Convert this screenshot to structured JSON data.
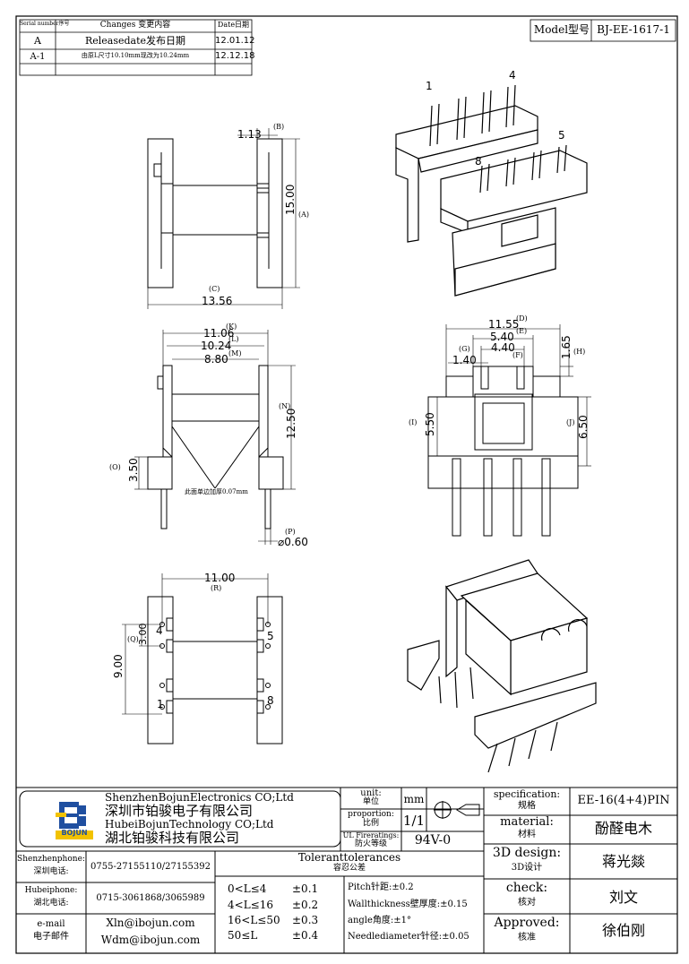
{
  "revision_table": {
    "headers": [
      "Serial number序号",
      "Changes 变更内容",
      "Date日期"
    ],
    "rows": [
      {
        "serial": "A",
        "change": "Releasedate发布日期",
        "date": "12.01.12"
      },
      {
        "serial": "A-1",
        "change": "由原L尺寸10.10mm现改为10.24mm",
        "date": "12.12.18"
      }
    ]
  },
  "model": {
    "label": "Model型号",
    "value": "BJ-EE-1617-1"
  },
  "drawing": {
    "side_view": {
      "d_B": "1.13",
      "l_B": "(B)",
      "d_A": "15.00",
      "l_A": "(A)",
      "l_C": "(C)",
      "d_C": "13.56"
    },
    "front_view": {
      "l_K": "(K)",
      "d_K": "11.06",
      "d_L": "10.24",
      "l_L": "(L)",
      "d_M": "8.80",
      "l_M": "(M)",
      "l_N": "(N)",
      "d_N": "12.50",
      "l_O": "(O)",
      "d_O": "3.50",
      "note": "此面单边加厚0.07mm",
      "l_P": "(P)",
      "d_P": "⌀0.60"
    },
    "end_view": {
      "d_D": "11.55",
      "l_D": "(D)",
      "d_E": "5.40",
      "l_E": "(E)",
      "d_F": "4.40",
      "l_F": "(F)",
      "l_G": "(G)",
      "d_G": "1.40",
      "d_H": "1.65",
      "l_H": "(H)",
      "l_I": "(I)",
      "d_I": "5.50",
      "l_J": "(J)",
      "d_J": "6.50"
    },
    "bottom_view": {
      "d_R": "11.00",
      "l_R": "(R)",
      "l_Q": "(Q)",
      "d_Q": "3.00",
      "d_9": "9.00",
      "pins": [
        "4",
        "5",
        "1",
        "8"
      ]
    },
    "iso_pins": [
      "1",
      "4",
      "5",
      "8"
    ]
  },
  "title_block": {
    "company_en1": "ShenzhenBojunElectronics CO;Ltd",
    "company_cn1": "深圳市铂骏电子有限公司",
    "company_en2": "HubeiBojunTechnology CO;Ltd",
    "company_cn2": "湖北铂骏科技有限公司",
    "logo_text": "BOJUN",
    "unit_label": "unit:",
    "unit_label_cn": "单位",
    "unit_value": "mm",
    "proportion_label": "proportion:",
    "proportion_label_cn": "比例",
    "proportion_value": "1/1",
    "ul_label": "UL Fireratings:",
    "ul_label_cn": "防火等级",
    "ul_value": "94V-0",
    "spec_label": "specification:",
    "spec_label_cn": "规格",
    "spec_value": "EE-16(4+4)PIN",
    "material_label": "material:",
    "material_label_cn": "材料",
    "material_value": "酚醛电木",
    "design_label": "3D design:",
    "design_label_cn": "3D设计",
    "design_value": "蒋光燚",
    "check_label": "check:",
    "check_label_cn": "核对",
    "check_value": "刘文",
    "approved_label": "Approved:",
    "approved_label_cn": "核准",
    "approved_value": "徐伯刚",
    "contacts": [
      {
        "label": "Shenzhenphone:",
        "label_cn": "深圳电话:",
        "value": "0755-27155110/27155392"
      },
      {
        "label": "Hubeiphone:",
        "label_cn": "湖北电话:",
        "value": "0715-3061868/3065989"
      },
      {
        "label": "e-mail",
        "label_cn": "电子邮件",
        "value": "Xln@ibojun.com",
        "value2": "Wdm@ibojun.com"
      }
    ],
    "tol_title": "Toleranttolerances",
    "tol_title_cn": "容忍公差",
    "tol_ranges": [
      {
        "range": "0<L≤4",
        "tol": "±0.1"
      },
      {
        "range": "4<L≤16",
        "tol": "±0.2"
      },
      {
        "range": "16<L≤50",
        "tol": "±0.3"
      },
      {
        "range": "50≤L",
        "tol": "±0.4"
      }
    ],
    "tol_notes": [
      "Pitch针距:±0.2",
      "Wallthickness壁厚度:±0.15",
      "angle角度:±1°",
      "Needlediameter针径:±0.05"
    ]
  },
  "colors": {
    "logo_blue": "#1f4fa0",
    "logo_yellow": "#f2c200"
  }
}
